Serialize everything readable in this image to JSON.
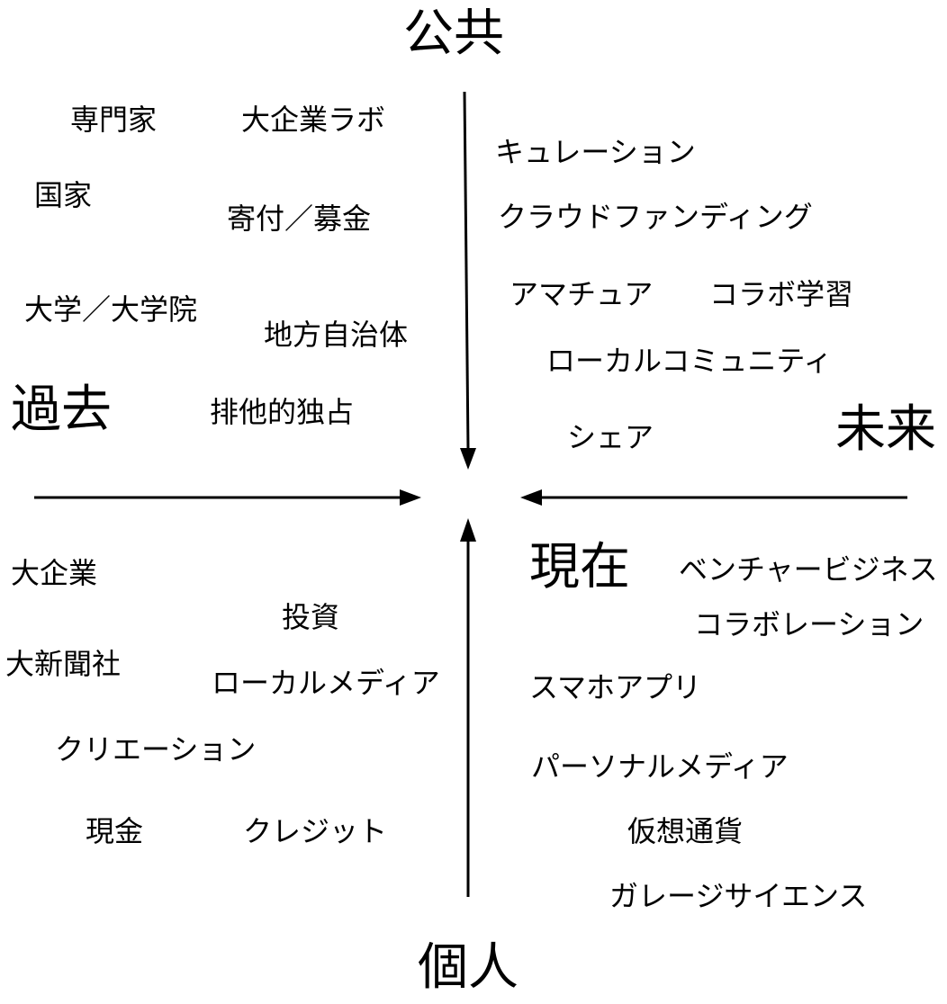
{
  "axes": {
    "top": "公共",
    "bottom": "個人",
    "left": "過去",
    "right": "未来",
    "center": "現在"
  },
  "quadrants": {
    "public_past": [
      "専門家",
      "大企業ラボ",
      "国家",
      "寄付／募金",
      "大学／大学院",
      "地方自治体",
      "排他的独占"
    ],
    "public_future": [
      "キュレーション",
      "クラウドファンディング",
      "アマチュア",
      "コラボ学習",
      "ローカルコミュニティ",
      "シェア"
    ],
    "private_past": [
      "大企業",
      "投資",
      "大新聞社",
      "ローカルメディア",
      "クリエーション",
      "現金",
      "クレジット"
    ],
    "private_future": [
      "ベンチャービジネス",
      "コラボレーション",
      "スマホアプリ",
      "パーソナルメディア",
      "仮想通貨",
      "ガレージサイエンス"
    ]
  }
}
